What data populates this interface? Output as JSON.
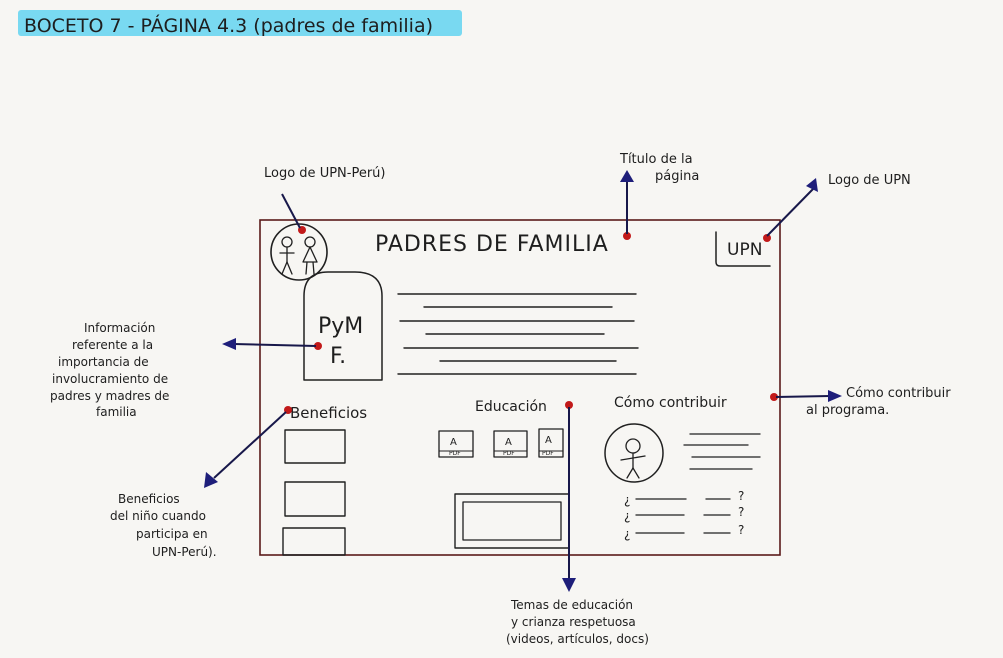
{
  "page_header": {
    "text": "BOCETO 7 - PÁGINA 4.3 (padres de familia)"
  },
  "wireframe": {
    "page_title": "PADRES DE FAMILIA",
    "upn_logo_text": "UPN",
    "info_box_text_line1": "PyM",
    "info_box_text_line2": "F.",
    "section_benefits": "Beneficios",
    "section_education": "Educación",
    "section_contribute": "Cómo contribuir",
    "pdf_label": "A",
    "pdf_sub": "PDF",
    "question_start": "¿",
    "question_end": "?"
  },
  "annotations": {
    "logo_upn_peru": "Logo de UPN-Perú)",
    "page_title_line1": "Título de la",
    "page_title_line2": "página",
    "logo_upn": "Logo de UPN",
    "info_line1": "Información",
    "info_line2": "referente a la",
    "info_line3": "importancia de",
    "info_line4": "involucramiento de",
    "info_line5": "padres y madres de",
    "info_line6": "familia",
    "contribute_line1": "Cómo contribuir",
    "contribute_line2": "al programa.",
    "benefits_line1": "Beneficios",
    "benefits_line2": "del niño cuando",
    "benefits_line3": "participa en",
    "benefits_line4": "UPN-Perú).",
    "education_line1": "Temas de educación",
    "education_line2": "y crianza respetuosa",
    "education_line3": "(videos, artículos, docs)"
  },
  "colors": {
    "highlight": "#63d3f0",
    "dot": "#c21a1a",
    "arrow": "#1e1e7a",
    "frame": "#5a1a1a"
  }
}
